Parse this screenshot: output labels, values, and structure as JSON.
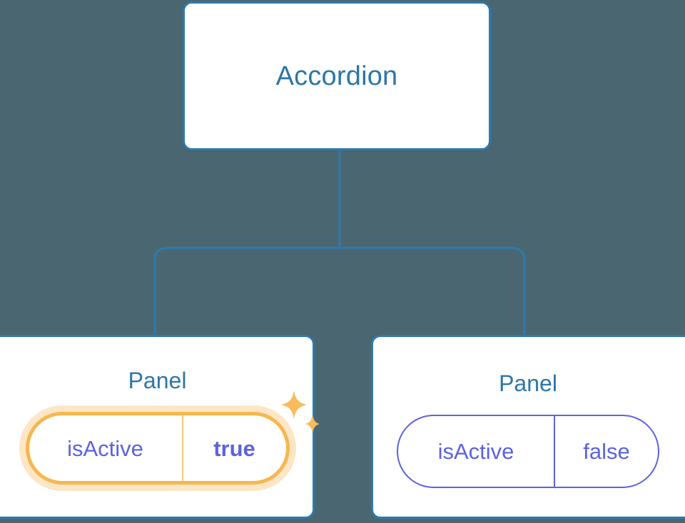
{
  "canvas": {
    "background_color": "#4a6670",
    "node_border_color": "#2e7aad",
    "node_text_color": "#2d76a8",
    "prop_color": "#5c63e0",
    "highlight_color": "#f5b84e",
    "highlight_glow_color": "#f7be6a"
  },
  "tree": {
    "root": {
      "label": "Accordion"
    },
    "children": [
      {
        "label": "Panel",
        "highlighted": true,
        "prop": {
          "key": "isActive",
          "value": "true"
        },
        "decoration": "sparkles-icon"
      },
      {
        "label": "Panel",
        "highlighted": false,
        "prop": {
          "key": "isActive",
          "value": "false"
        }
      }
    ]
  }
}
